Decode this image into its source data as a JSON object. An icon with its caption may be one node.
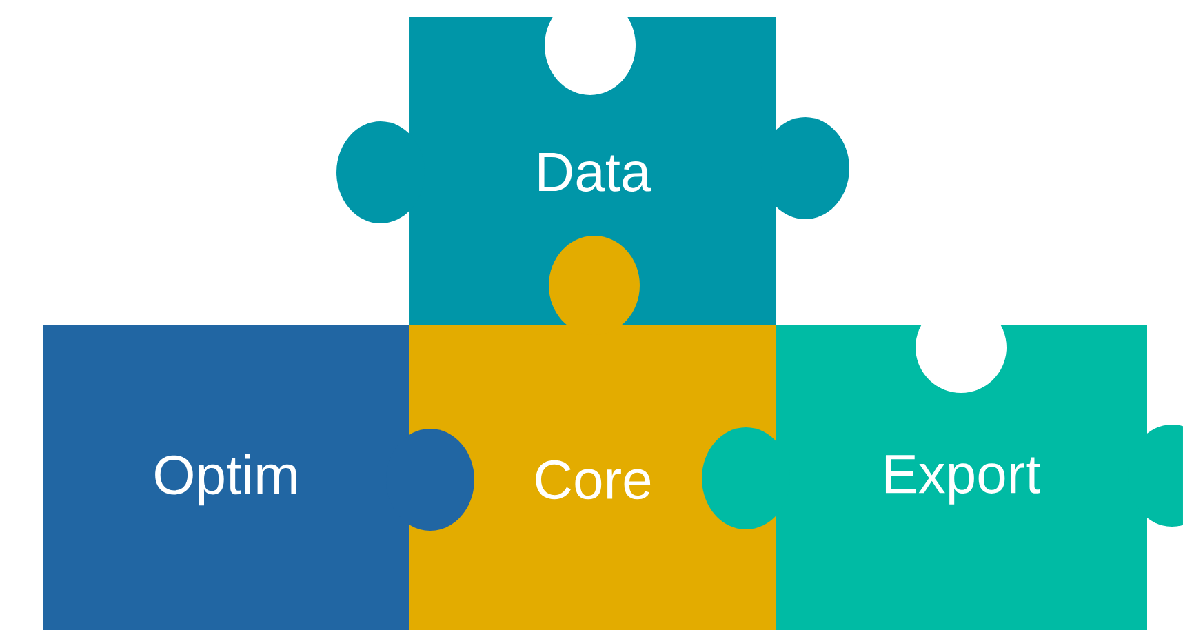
{
  "diagram": {
    "nodes": [
      {
        "text": [
          "Data"
        ]
      },
      {
        "text": [
          "Optim"
        ]
      },
      {
        "text": [
          "Core"
        ]
      },
      {
        "text": [
          "Export"
        ]
      }
    ]
  }
}
